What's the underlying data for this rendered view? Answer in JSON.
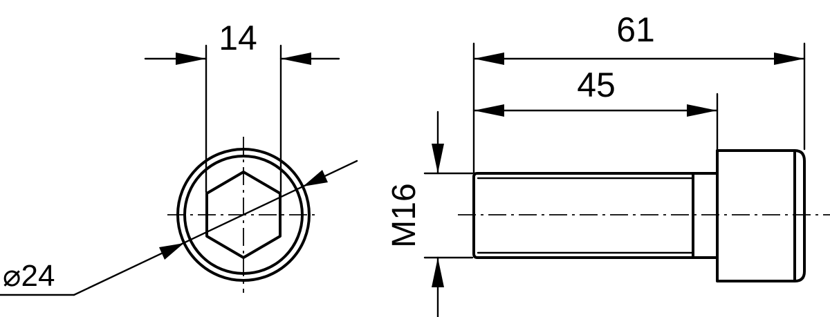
{
  "dimensions": {
    "hex_width": "14",
    "head_diameter": "⌀24",
    "overall_length": "61",
    "thread_length": "45",
    "thread_size": "M16"
  },
  "colors": {
    "line": "#000000",
    "background": "#ffffff"
  }
}
